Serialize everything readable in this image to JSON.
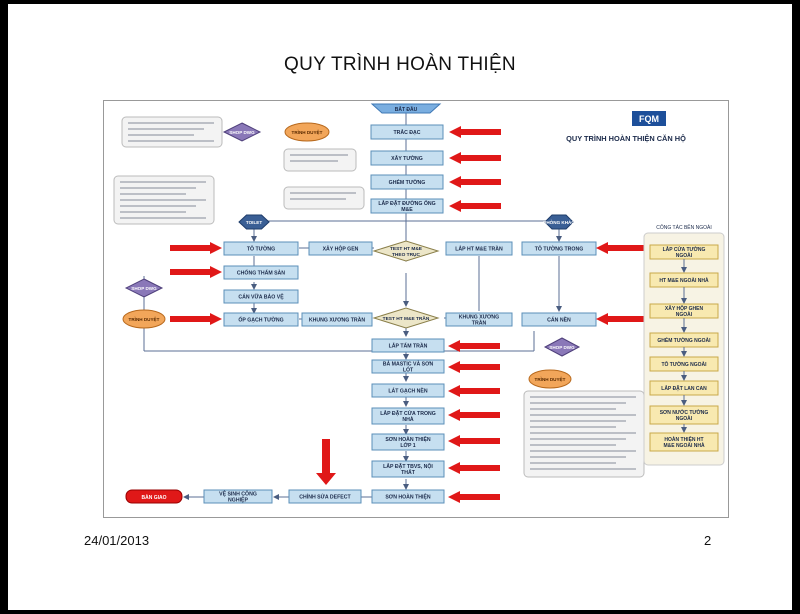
{
  "slide": {
    "title": "QUY TRÌNH HOÀN THIỆN",
    "date": "24/01/2013",
    "page": "2"
  },
  "diagram": {
    "heading": "QUY TRÌNH HOÀN THIỆN CĂN HỘ",
    "logo": "FQM",
    "start": "BẮT ĐẦU",
    "main_steps": [
      "TRẮC ĐẠC",
      "XÂY TƯỜNG",
      "GHÉM TƯỜNG",
      "LẮP ĐẶT ĐƯỜNG ỐNG M&E"
    ],
    "left_steps": [
      "TÔ TƯỜNG",
      "CHỐNG THẤM SÀN",
      "CÁN VỮA BẢO VỆ",
      "ỐP GẠCH TƯỜNG"
    ],
    "center_steps": [
      "XÂY HỘP GEN",
      "KHUNG XƯƠNG TRẦN"
    ],
    "tests": [
      "TEST HT M&E THEO TRỤC",
      "TEST HT M&E TRẦN"
    ],
    "right_steps": [
      "LẮP HT M&E TRẦN",
      "TÔ TƯỜNG TRONG",
      "KHUNG XƯƠNG TRẦN",
      "CÁN NỀN"
    ],
    "lower_steps": [
      "LẮP TẤM TRẦN",
      "BẢ MASTIC VÀ SƠN LÓT",
      "LÁT GẠCH NỀN",
      "LẮP ĐẶT CỬA TRONG NHÀ",
      "SƠN HOÀN THIỆN LỚP 1",
      "LẮP ĐẶT TBVS, NỘI THẤT",
      "SƠN HOÀN THIỆN"
    ],
    "bottom_steps": [
      "CHỈNH SỬA DEFECT",
      "VỆ SINH CÔNG NGHIỆP",
      "BÀN GIAO"
    ],
    "decision_trinh_duyet": "TRÌNH DUYỆT",
    "decision_shop_dwg": "SHOP DWG",
    "hex_toilet": "TOILET",
    "hex_phong_khac": "PHÒNG KHÁC",
    "outside_heading": "CÔNG TÁC BÊN NGOÀI",
    "outside_steps": [
      "LẮP CỬA TƯỜNG NGOÀI",
      "HT M&E NGOÀI NHÀ",
      "XÂY HỘP GHEN NGOÀI",
      "GHÉM TƯỜNG NGOÀI",
      "TÔ TƯỜNG NGOÀI",
      "LẮP ĐẶT LAN CAN",
      "SƠN NƯỚC TƯỜNG NGOÀI",
      "HOÀN THIỆN HT M&E NGOÀI NHÀ"
    ]
  }
}
